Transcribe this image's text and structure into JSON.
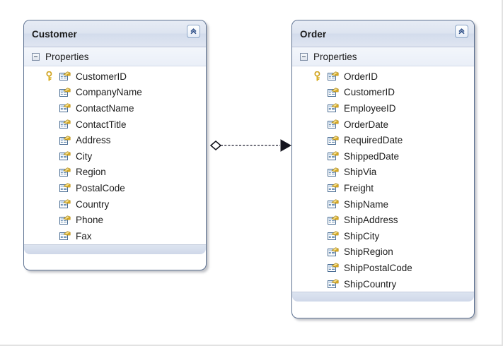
{
  "canvas": {
    "background": "#ffffff",
    "border_color": "#e2e2e2"
  },
  "entities": [
    {
      "id": "customer",
      "title": "Customer",
      "section_label": "Properties",
      "collapse_icon": "chevron-double-up-icon",
      "expander_icon": "minus-box-icon",
      "properties": [
        {
          "name": "CustomerID",
          "key": true
        },
        {
          "name": "CompanyName",
          "key": false
        },
        {
          "name": "ContactName",
          "key": false
        },
        {
          "name": "ContactTitle",
          "key": false
        },
        {
          "name": "Address",
          "key": false
        },
        {
          "name": "City",
          "key": false
        },
        {
          "name": "Region",
          "key": false
        },
        {
          "name": "PostalCode",
          "key": false
        },
        {
          "name": "Country",
          "key": false
        },
        {
          "name": "Phone",
          "key": false
        },
        {
          "name": "Fax",
          "key": false
        }
      ]
    },
    {
      "id": "order",
      "title": "Order",
      "section_label": "Properties",
      "collapse_icon": "chevron-double-up-icon",
      "expander_icon": "minus-box-icon",
      "properties": [
        {
          "name": "OrderID",
          "key": true
        },
        {
          "name": "CustomerID",
          "key": false
        },
        {
          "name": "EmployeeID",
          "key": false
        },
        {
          "name": "OrderDate",
          "key": false
        },
        {
          "name": "RequiredDate",
          "key": false
        },
        {
          "name": "ShippedDate",
          "key": false
        },
        {
          "name": "ShipVia",
          "key": false
        },
        {
          "name": "Freight",
          "key": false
        },
        {
          "name": "ShipName",
          "key": false
        },
        {
          "name": "ShipAddress",
          "key": false
        },
        {
          "name": "ShipCity",
          "key": false
        },
        {
          "name": "ShipRegion",
          "key": false
        },
        {
          "name": "ShipPostalCode",
          "key": false
        },
        {
          "name": "ShipCountry",
          "key": false
        }
      ]
    }
  ],
  "association": {
    "source_marker": "hollow-diamond",
    "target_marker": "filled-arrow",
    "line_style": "dashed",
    "color": "#1b1b2c"
  },
  "colors": {
    "header_band": "#dde4f0",
    "section_band": "#eaeff8",
    "list_background": "#ffffff",
    "footer_band": "#d3dce9",
    "entity_border": "#5d7191",
    "text": "#1c1c1c",
    "key_icon": "#e8b727",
    "prop_icon_accent": "#e8bf3a"
  }
}
